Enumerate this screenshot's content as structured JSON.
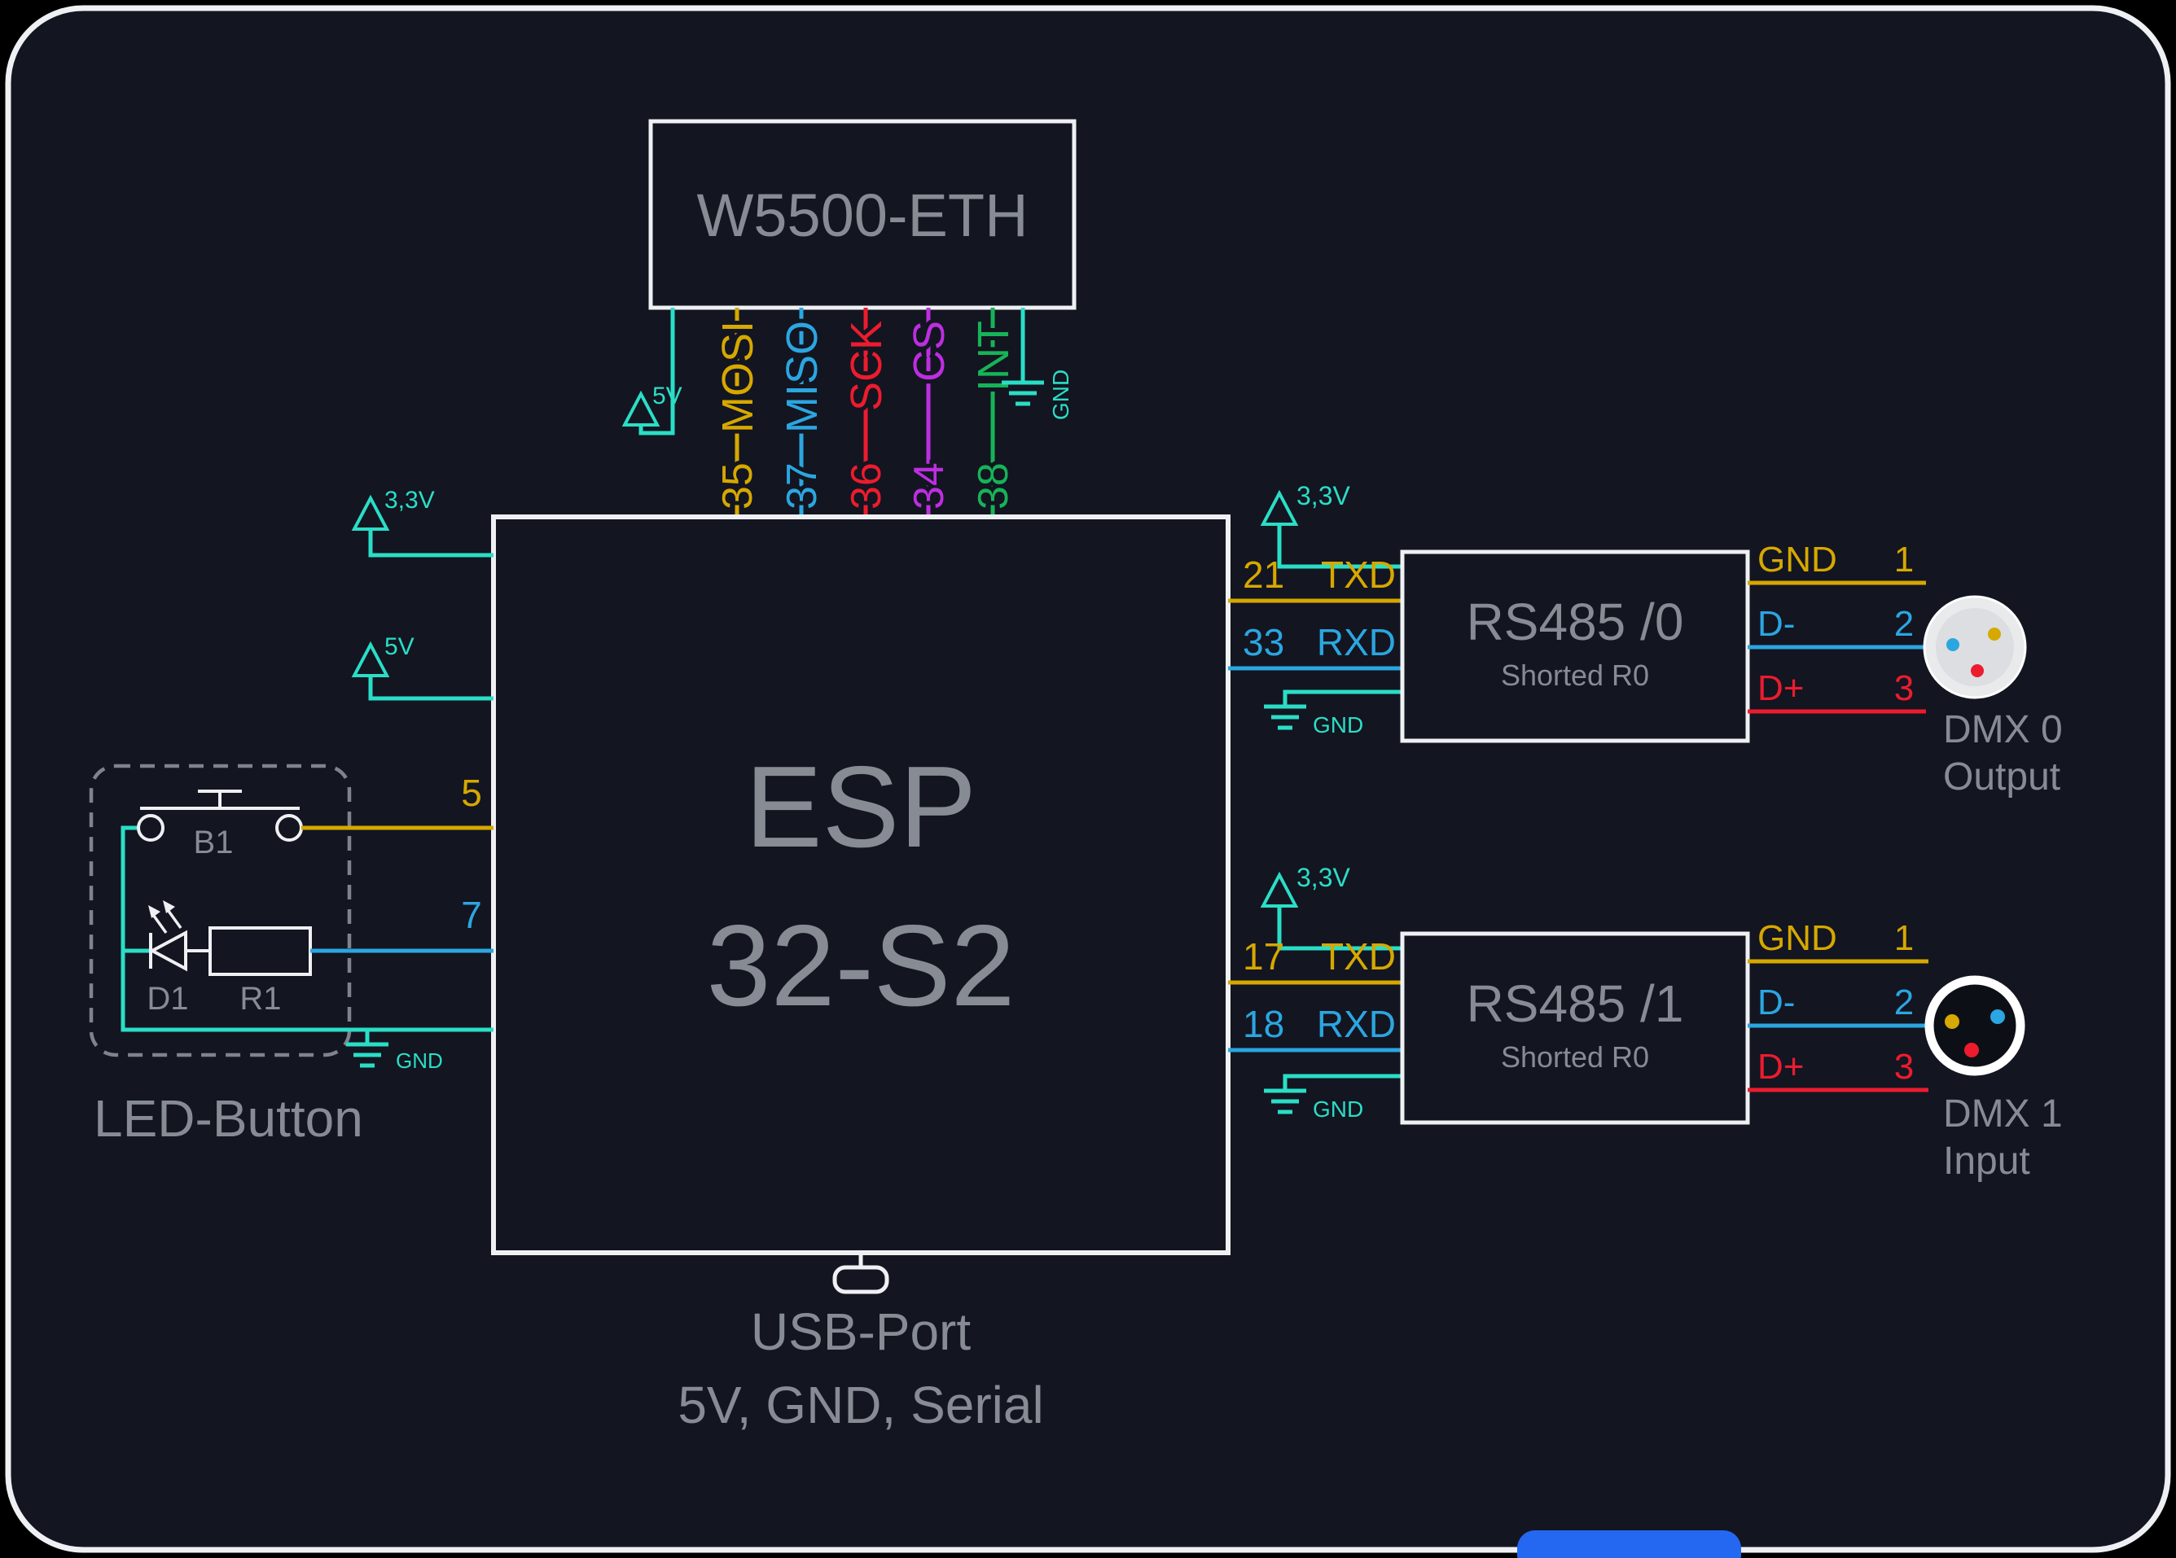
{
  "palette": {
    "background": "#131521",
    "frame_border": "#eef0f3",
    "component_stroke": "#eef0f3",
    "label_gray": "#868b94",
    "yellow": "#d6a800",
    "blue": "#2ba6e0",
    "red": "#ec1c2e",
    "magenta": "#bd2ee0",
    "green": "#17b357",
    "teal": "#2adec6",
    "accent_pill": "#2468f2"
  },
  "eth_module": {
    "title": "W5500-ETH",
    "power_label": "5V",
    "gnd_label": "GND",
    "signals": [
      {
        "name": "MOSI",
        "pin": "35"
      },
      {
        "name": "MISO",
        "pin": "37"
      },
      {
        "name": "SCK",
        "pin": "36"
      },
      {
        "name": "CS",
        "pin": "34"
      },
      {
        "name": "INT",
        "pin": "38"
      }
    ]
  },
  "esp_module": {
    "name_line1": "ESP",
    "name_line2": "32-S2",
    "power_3v3_label": "3,3V",
    "power_5v_label": "5V"
  },
  "led_button": {
    "caption": "LED-Button",
    "button_ref": "B1",
    "led_ref": "D1",
    "resistor_ref": "R1",
    "button_pin": "5",
    "led_pin": "7",
    "gnd_label": "GND"
  },
  "uart0": {
    "power_label": "3,3V",
    "gnd_label": "GND",
    "txd_pin": "21",
    "txd_label": "TXD",
    "rxd_pin": "33",
    "rxd_label": "RXD",
    "module_title": "RS485 /0",
    "module_subtitle": "Shorted R0",
    "dmx_pins": [
      {
        "label": "GND",
        "number": "1"
      },
      {
        "label": "D-",
        "number": "2"
      },
      {
        "label": "D+",
        "number": "3"
      }
    ],
    "dmx_name": "DMX 0",
    "dmx_direction": "Output"
  },
  "uart1": {
    "power_label": "3,3V",
    "gnd_label": "GND",
    "txd_pin": "17",
    "txd_label": "TXD",
    "rxd_pin": "18",
    "rxd_label": "RXD",
    "module_title": "RS485 /1",
    "module_subtitle": "Shorted R0",
    "dmx_pins": [
      {
        "label": "GND",
        "number": "1"
      },
      {
        "label": "D-",
        "number": "2"
      },
      {
        "label": "D+",
        "number": "3"
      }
    ],
    "dmx_name": "DMX 1",
    "dmx_direction": "Input"
  },
  "usb": {
    "caption_line1": "USB-Port",
    "caption_line2": "5V, GND, Serial"
  }
}
